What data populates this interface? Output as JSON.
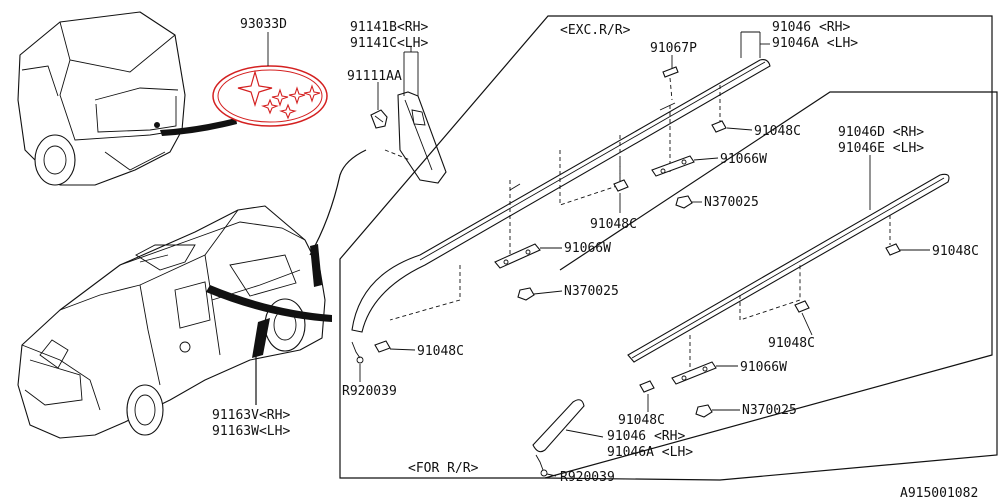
{
  "labels": {
    "emblem": "93033D",
    "rear_garnish_rh": "91141B<RH>",
    "rear_garnish_lh": "91141C<LH>",
    "garnish_clip": "91111AA",
    "exc_rr": "<EXC.R/R>",
    "rail_rh": "91046  <RH>",
    "rail_lh": "91046A <LH>",
    "clip_91067p": "91067P",
    "clip_91048c_1": "91048C",
    "clip_91066w_1": "91066W",
    "nut_1": "N370025",
    "clip_91048c_2": "91048C",
    "clip_91066w_2": "91066W",
    "nut_2": "N370025",
    "clip_91048c_3": "91048C",
    "screw_1": "R920039",
    "rail_d_rh": "91046D <RH>",
    "rail_e_lh": "91046E <LH>",
    "clip_91048c_4": "91048C",
    "clip_91048c_5": "91048C",
    "clip_91066w_3": "91066W",
    "nut_3": "N370025",
    "clip_91048c_6": "91048C",
    "rail_rr_rh": "91046  <RH>",
    "rail_rr_lh": "91046A <LH>",
    "for_rr": "<FOR R/R>",
    "screw_2": "R920039",
    "moulding_rh": "91163V<RH>",
    "moulding_lh": "91163W<LH>",
    "diagram_id": "A915001082"
  },
  "colors": {
    "emblem": "#d42020",
    "line": "#111111"
  },
  "icons": {
    "emblem": "subaru-emblem-icon"
  }
}
